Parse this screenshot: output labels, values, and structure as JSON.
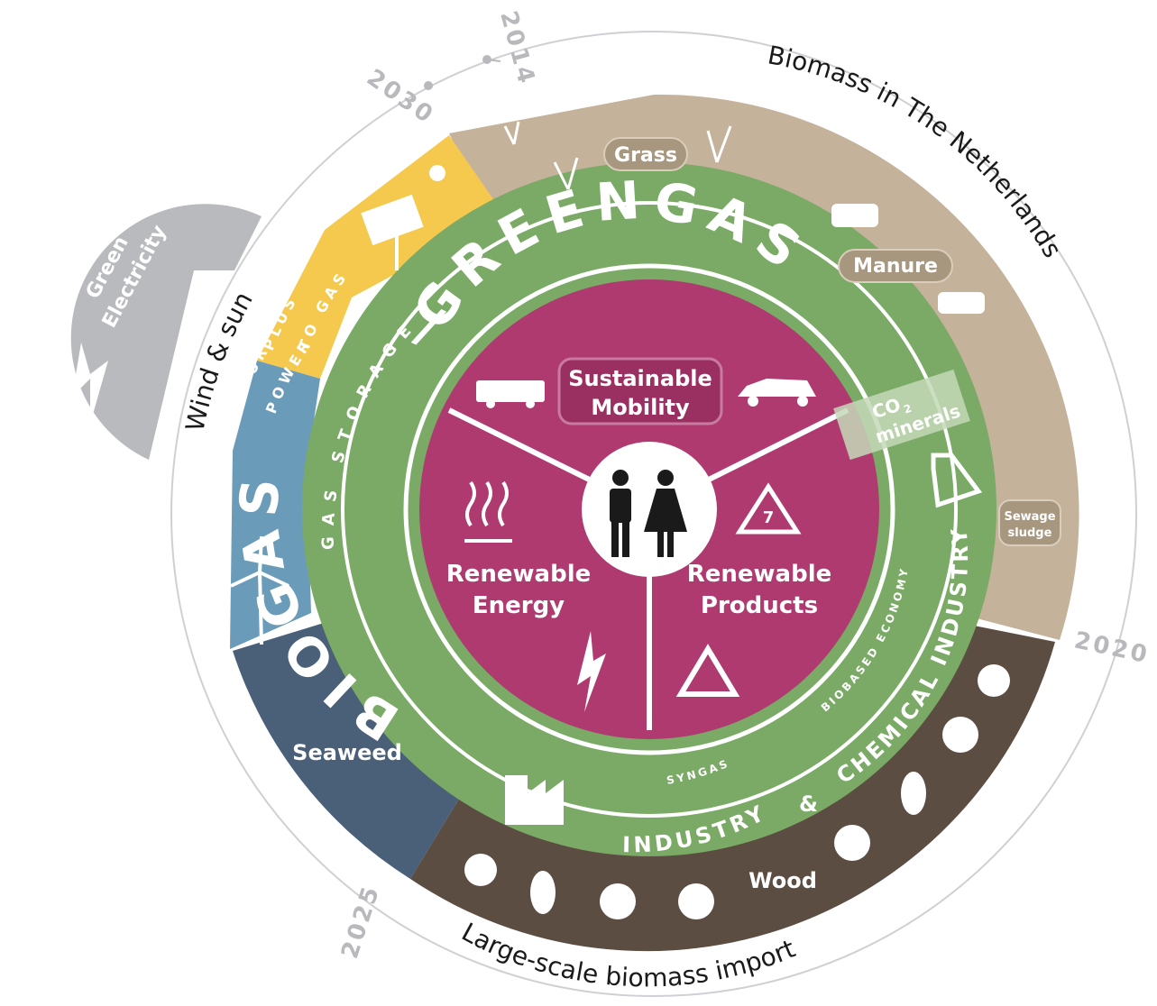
{
  "colors": {
    "green": "#7aaa66",
    "magenta": "#ae3a6f",
    "tan": "#c4b29a",
    "yellow": "#f5c94e",
    "blue": "#6a9cba",
    "navy": "#4a5f78",
    "brown": "#5c4d42",
    "grey": "#b9babd"
  },
  "outer": {
    "biomass_nl": "Biomass in The Netherlands",
    "wind_sun": "Wind & sun",
    "import": "Large-scale biomass import",
    "years": {
      "y2014": "2014",
      "y2030": "2030",
      "y2020": "2020",
      "y2025": "2025"
    }
  },
  "green_electricity": {
    "line1": "Green",
    "line2": "Electricity"
  },
  "sources": {
    "grass": "Grass",
    "manure": "Manure",
    "sewage_line1": "Sewage",
    "sewage_line2": "sludge",
    "seaweed": "Seaweed",
    "wood": "Wood",
    "surplus_a": "SUR",
    "surplus_b": "PLUS",
    "power": "POWER",
    "to_gas": "TO GAS",
    "co2": "CO",
    "co2_sub": "2",
    "minerals": "minerals"
  },
  "ring": {
    "greengas": "GREENGAS",
    "slash": "/",
    "biogas": "BIOGAS",
    "gas_storage": "GAS STORAGE",
    "chemical_industry": "CHEMICAL INDUSTRY",
    "ampersand": "&",
    "industry": "INDUSTRY",
    "biobased": "BIOBASED ECONOMY",
    "syngas": "SYNGAS"
  },
  "core": {
    "mobility_line1": "Sustainable",
    "mobility_line2": "Mobility",
    "energy_line1": "Renewable",
    "energy_line2": "Energy",
    "products_line1": "Renewable",
    "products_line2": "Products",
    "seven": "7"
  }
}
